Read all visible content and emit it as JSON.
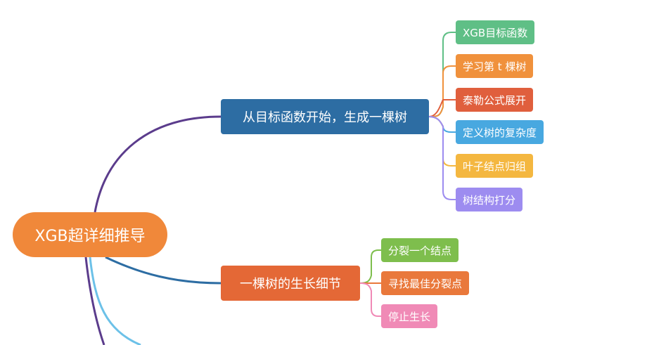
{
  "root": {
    "label": "XGB超详细推导",
    "color": "#f0883a"
  },
  "branches": [
    {
      "label": "从目标函数开始，生成一棵树",
      "color": "#2d6da3",
      "children": [
        {
          "label": "XGB目标函数",
          "color": "#5fbf86"
        },
        {
          "label": "学习第 t 棵树",
          "color": "#f0913c"
        },
        {
          "label": "泰勒公式展开",
          "color": "#e05f3d"
        },
        {
          "label": "定义树的复杂度",
          "color": "#48a8e0"
        },
        {
          "label": "叶子结点归组",
          "color": "#f4b740"
        },
        {
          "label": "树结构打分",
          "color": "#9d8cf0"
        }
      ]
    },
    {
      "label": "一棵树的生长细节",
      "color": "#e46836",
      "children": [
        {
          "label": "分裂一个结点",
          "color": "#7ebe4d"
        },
        {
          "label": "寻找最佳分裂点",
          "color": "#e9783b"
        },
        {
          "label": "停止生长",
          "color": "#f08ab6"
        }
      ]
    }
  ],
  "link_colors": {
    "branch_1": "#5b3c8c",
    "branch_2": "#2d6da3",
    "extra_1": "#6cc1e8",
    "extra_2": "#5b3c8c",
    "branch_1_children": [
      "#5fbf86",
      "#f0913c",
      "#e05f3d",
      "#48a8e0",
      "#f4b740",
      "#9d8cf0"
    ],
    "branch_2_children": [
      "#7ebe4d",
      "#e9783b",
      "#f08ab6"
    ]
  }
}
